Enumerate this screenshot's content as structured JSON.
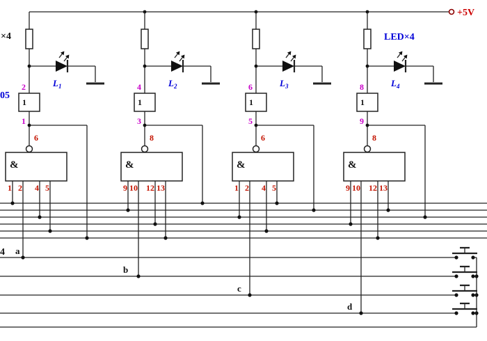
{
  "title": "LED keypad logic circuit schematic",
  "colors": {
    "wire": "#222222",
    "inverter_pin": "#c800c8",
    "nand_pin": "#c41400",
    "led_label": "#0000d8",
    "power_label": "#cc0000",
    "text": "#111111"
  },
  "labels": {
    "power_rail": "+5V",
    "resistor_group_partial": "×4",
    "led_group": "LED×4",
    "chip_label_partial": "05",
    "left_edge_partial": "4",
    "inverter_symbol": "1",
    "nand_symbol": "&"
  },
  "bus_labels": {
    "a": "a",
    "b": "b",
    "c": "c",
    "d": "d"
  },
  "stages": [
    {
      "led_name": "L",
      "led_sub": "1",
      "inv_pin_top": "2",
      "inv_pin_bottom": "1",
      "nand_out_pin": "6",
      "nand_in_pins": [
        "1",
        "2",
        "4",
        "5"
      ]
    },
    {
      "led_name": "L",
      "led_sub": "2",
      "inv_pin_top": "4",
      "inv_pin_bottom": "3",
      "nand_out_pin": "8",
      "nand_in_pins": [
        "9",
        "10",
        "12",
        "13"
      ]
    },
    {
      "led_name": "L",
      "led_sub": "3",
      "inv_pin_top": "6",
      "inv_pin_bottom": "5",
      "nand_out_pin": "6",
      "nand_in_pins": [
        "1",
        "2",
        "4",
        "5"
      ]
    },
    {
      "led_name": "L",
      "led_sub": "4",
      "inv_pin_top": "8",
      "inv_pin_bottom": "9",
      "nand_out_pin": "8",
      "nand_in_pins": [
        "9",
        "10",
        "12",
        "13"
      ]
    }
  ]
}
